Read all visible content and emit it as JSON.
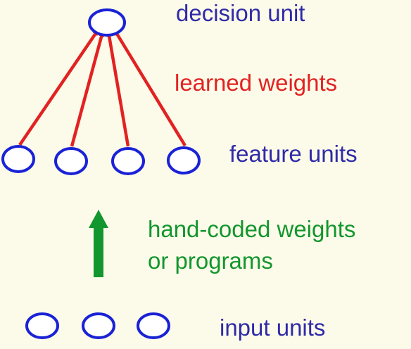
{
  "labels": {
    "decision": "decision unit",
    "learned": "learned weights",
    "feature": "feature units",
    "hand_coded_line1": "hand-coded weights",
    "hand_coded_line2": "or programs",
    "input": "input units"
  },
  "colors": {
    "background": "#fcfbe9",
    "unit_stroke": "#1a22d6",
    "unit_fill": "#ffffff",
    "learned_arrow": "#e22222",
    "hand_coded_arrow": "#12962e",
    "text_blue": "#2f2aa8"
  },
  "counts": {
    "decision_units": 1,
    "feature_units": 4,
    "input_units": 3
  }
}
